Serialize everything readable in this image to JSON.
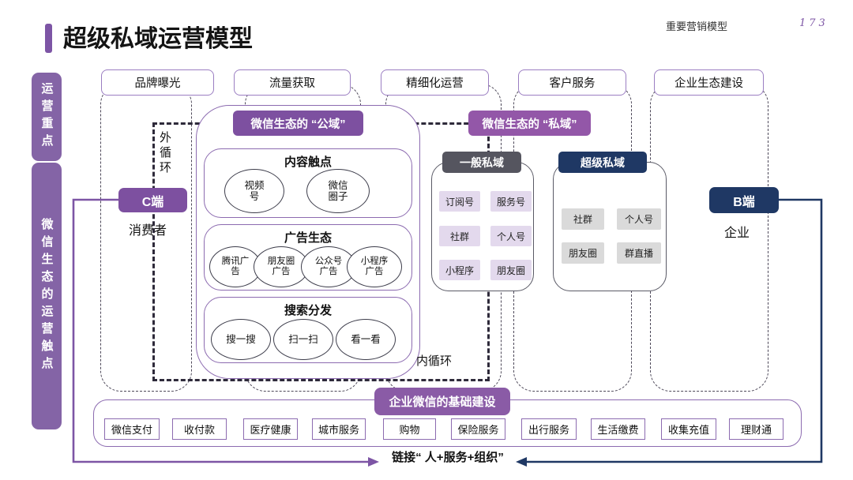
{
  "page": {
    "title": "超级私域运营模型",
    "header_right": "重要营销模型",
    "page_number": "173"
  },
  "sidebar": {
    "top": "运营重点",
    "bottom": "微信生态的运营触点"
  },
  "top_row": [
    "品牌曝光",
    "流量获取",
    "精细化运营",
    "客户服务",
    "企业生态建设"
  ],
  "banners": {
    "public_domain": "微信生态的 “公域”",
    "private_domain": "微信生态的 “私域”",
    "wecom_foundation": "企业微信的基础建设"
  },
  "loops": {
    "outer": "外循环",
    "inner": "内循环"
  },
  "c_side": {
    "label": "C端",
    "sub": "消费者"
  },
  "b_side": {
    "label": "B端",
    "sub": "企业"
  },
  "public_sections": [
    {
      "title": "内容触点",
      "items": [
        "视频号",
        "微信圈子"
      ]
    },
    {
      "title": "广告生态",
      "items": [
        "腾讯广告",
        "朋友圈广告",
        "公众号广告",
        "小程序广告"
      ]
    },
    {
      "title": "搜索分发",
      "items": [
        "搜一搜",
        "扫一扫",
        "看一看"
      ]
    }
  ],
  "general_private": {
    "title": "一般私域",
    "items": [
      "订阅号",
      "服务号",
      "社群",
      "个人号",
      "小程序",
      "朋友圈"
    ]
  },
  "super_private": {
    "title": "超级私域",
    "items": [
      "社群",
      "个人号",
      "朋友圈",
      "群直播"
    ]
  },
  "foundation_items": [
    "微信支付",
    "收付款",
    "医疗健康",
    "城市服务",
    "购物",
    "保险服务",
    "出行服务",
    "生活缴费",
    "收集充值",
    "理财通"
  ],
  "bottom_arrow_label": "链接“ 人+服务+组织”",
  "colors": {
    "accent_purple": "#7D55A5",
    "light_purple_border": "#9B7EC2",
    "banner_public": "#7D50A0",
    "banner_private": "#9357A8",
    "navy": "#1F3864",
    "gray_header": "#55555F",
    "pill_purple": "#E3D9ED",
    "pill_gray": "#DADADA",
    "sidebar_purple": "#8464A6"
  }
}
